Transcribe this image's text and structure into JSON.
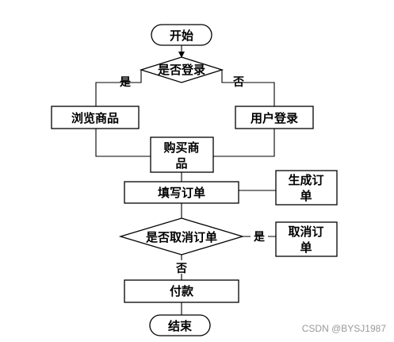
{
  "diagram": {
    "nodes": {
      "start": "开始",
      "logged_in_check": "是否登录",
      "browse": "浏览商品",
      "login": "用户登录",
      "buy_line1": "购买商",
      "buy_line2": "品",
      "fill_order": "填写订单",
      "generate_line1": "生成订",
      "generate_line2": "单",
      "cancel_check": "是否取消订单",
      "cancel_line1": "取消订",
      "cancel_line2": "单",
      "pay": "付款",
      "end": "结束"
    },
    "edge_labels": {
      "logged_in_yes": "是",
      "logged_in_no": "否",
      "cancel_yes": "是",
      "cancel_no": "否"
    }
  },
  "watermark": "CSDN @BYSJ1987"
}
